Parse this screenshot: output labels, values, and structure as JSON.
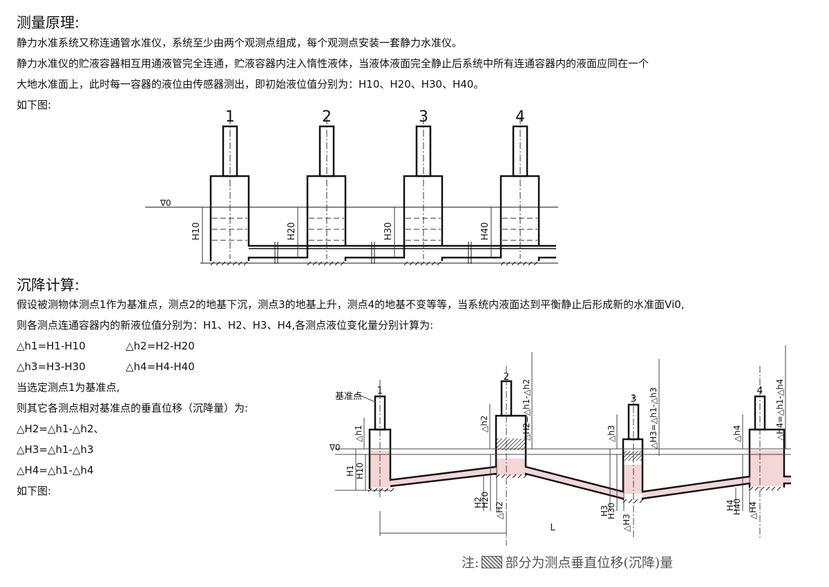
{
  "section1": {
    "title": "测量原理:",
    "lines": [
      "静力水准系统又称连通管水准仪，系统至少由两个观测点组成，每个观测点安装一套静力水准仪。",
      "静力水准仪的贮液容器相互用通液管完全连通，贮液容器内注入惰性液体，当液体液面完全静止后系统中所有连通容器内的液面应同在一个",
      "大地水准面上，此时每一容器的液位由传感器测出，即初始液位值分别为：H10、H20、H30、H40。",
      "如下图:"
    ]
  },
  "diagram1": {
    "point_labels": [
      "1",
      "2",
      "3",
      "4"
    ],
    "level_symbol": "∇0",
    "heights": [
      "H10",
      "H20",
      "H30",
      "H40"
    ]
  },
  "section2": {
    "title": "沉降计算:",
    "lines": [
      "假设被测物体测点1作为基准点，测点2的地基下沉，测点3的地基上升，测点4的地基不变等等，当系统内液面达到平衡静止后形成新的水准面Vi0,",
      "则各测点连通容器内的新液位值分别为：H1、H2、H3、H4,各测点液位变化量分别计算为:"
    ],
    "formulas_row1": [
      "△h1=H1-H10",
      "△h2=H2-H20"
    ],
    "formulas_row2": [
      "△h3=H3-H30",
      "△h4=H4-H40"
    ],
    "lines2": [
      "当选定测点1为基准点,",
      "则其它各测点相对基准点的垂直位移（沉降量）为:",
      "△H2=△h1-△h2、",
      "△H3=△h1-△h3",
      "△H4=△h1-△h4",
      "如下图:"
    ]
  },
  "diagram2": {
    "ref_label": "基准点",
    "point_labels": [
      "1",
      "2",
      "3",
      "4"
    ],
    "dh_labels": [
      "△h1",
      "△h2",
      "△h3",
      "△h4"
    ],
    "dH_labels": [
      "△H2=△h1-△h2",
      "△H3=△h1-△h3",
      "△H4=△h1-△h4"
    ],
    "bottom_labels": [
      "H2",
      "H20",
      "△H2",
      "H3",
      "H30",
      "△H3",
      "H4",
      "H40",
      "△H4"
    ],
    "left_labels": [
      "H1",
      "H10"
    ],
    "span_label": "L",
    "level_symbol": "∇0"
  },
  "note": {
    "prefix": "注:",
    "text": "部分为测点垂直位移(沉降)量"
  }
}
